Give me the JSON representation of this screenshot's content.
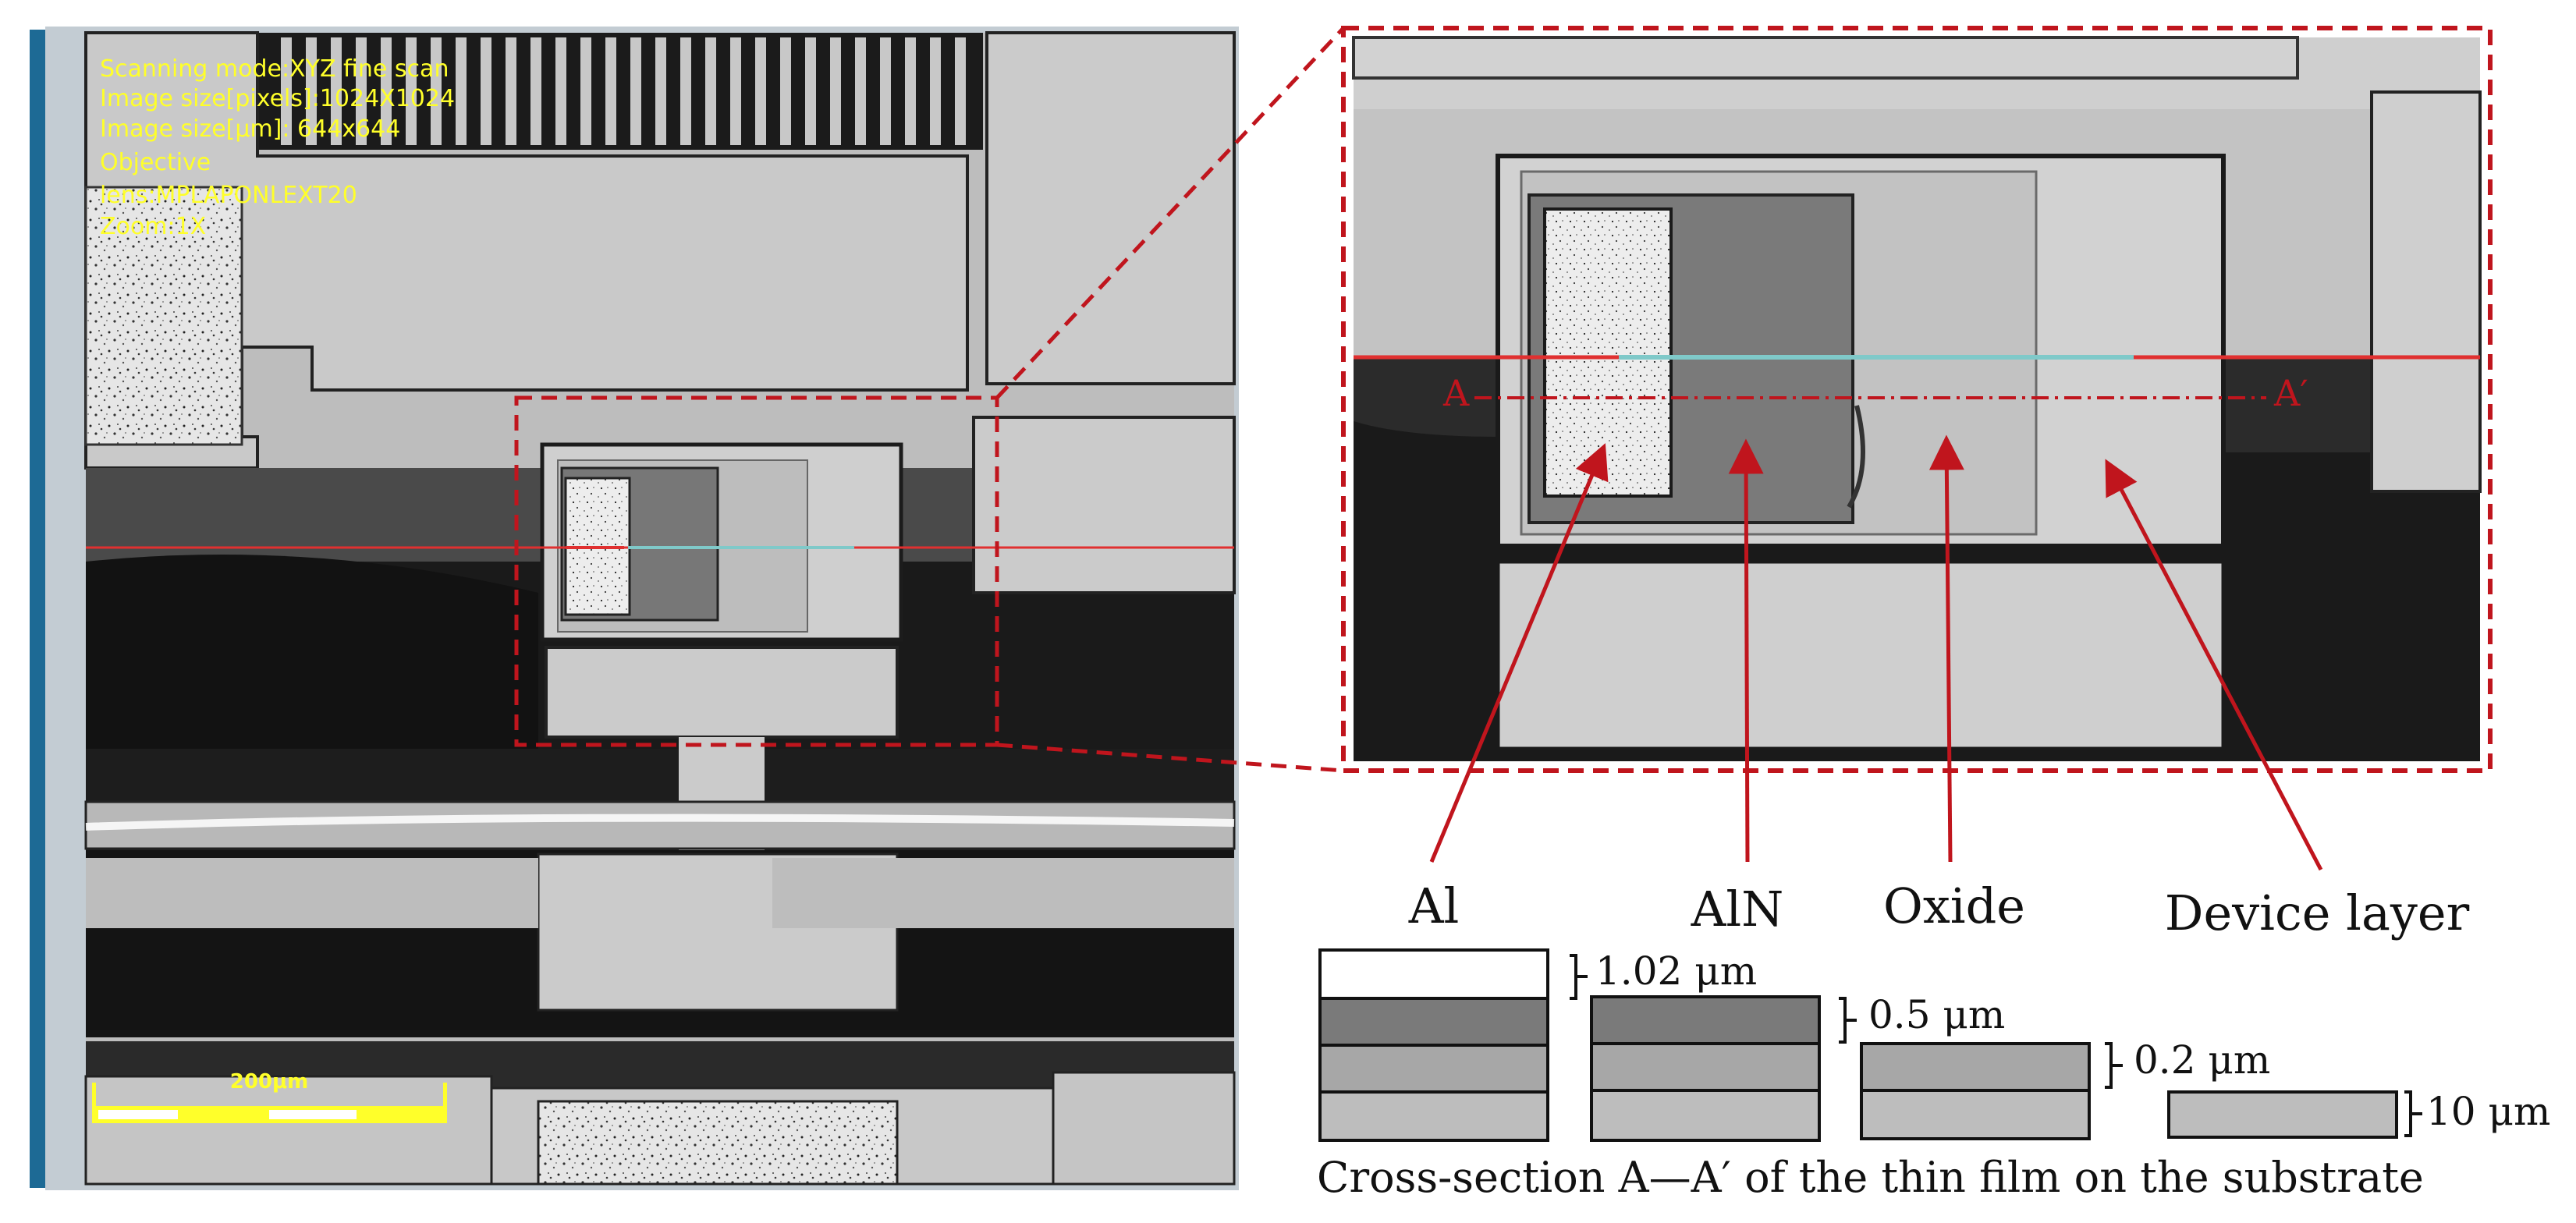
{
  "colors": {
    "accent_red": "#c0151d",
    "cut_line_red": "#e03030",
    "scan_line_cyan": "#7fc9c9",
    "hud_yellow": "#ffff2a",
    "side_bar_blue": "#1d6a95"
  },
  "microscope_info": {
    "lines": [
      "Scanning mode:XYZ fine scan",
      "Image size[pixels]:1024X1024",
      "Image size[μm]: 644x644",
      "Objective",
      "lens:MPLAPONLEXT20",
      "Zoom:1X"
    ]
  },
  "scale_bar": {
    "label": "200μm"
  },
  "zoom_view": {
    "start_label": "A",
    "end_label": "A′"
  },
  "layer_labels": {
    "al": "Al",
    "aln": "AlN",
    "oxide": "Oxide",
    "device": "Device layer"
  },
  "thickness_labels": {
    "al": "1.02 μm",
    "aln": "0.5 μm",
    "oxide": "0.2 μm",
    "device": "10 μm"
  },
  "cross_section_caption": "Cross-section A—A′ of the thin film on the substrate"
}
